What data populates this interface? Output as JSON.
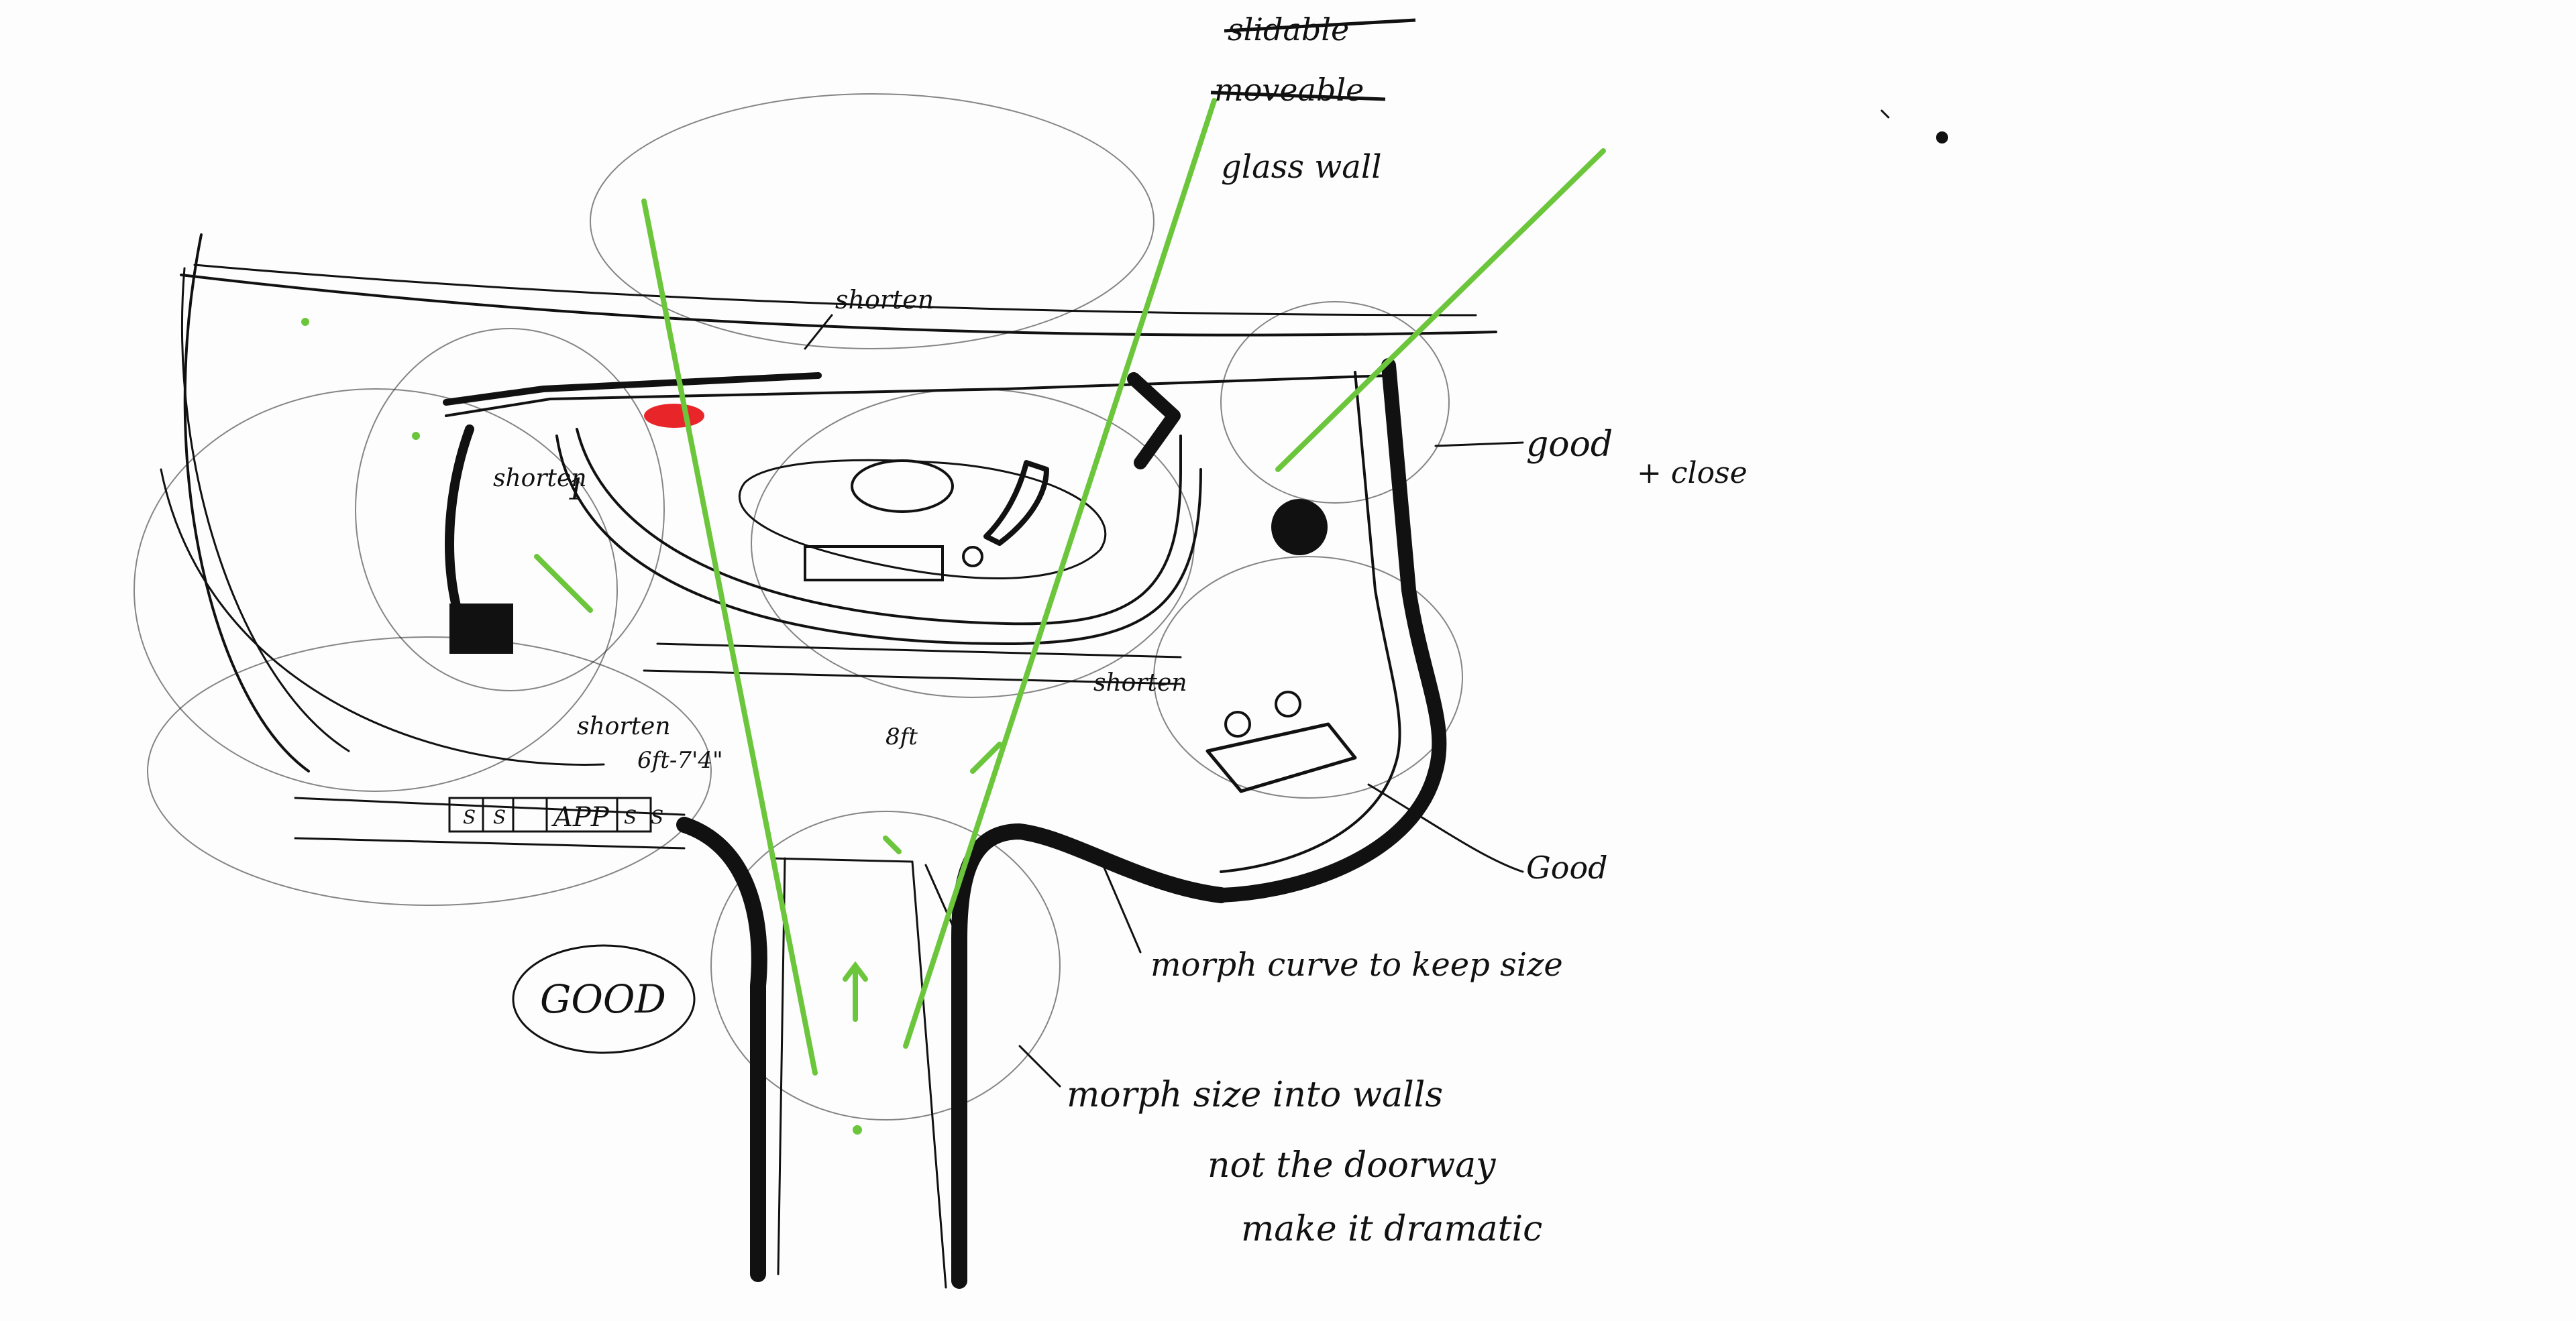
{
  "colors": {
    "paper": "#fdfdfd",
    "ink": "#111111",
    "marker_green": "#6cc63c",
    "marker_red": "#e8262a"
  },
  "annotations": {
    "struck_1": "slidable",
    "struck_2": "moveable",
    "glass_wall": "glass wall",
    "shorten_top": "shorten",
    "shorten_left": "shorten",
    "shorten_mid": "shorten",
    "shorten_lower": "shorten",
    "dim_left": "6ft-7'4\"",
    "dim_mid": "8ft",
    "good_close_1": "good",
    "good_close_2": "+ close",
    "good_right": "Good",
    "good_stamp": "GOOD",
    "app_label": "APP",
    "seat_1": "S",
    "seat_2": "S",
    "seat_3": "S",
    "seat_4": "S",
    "marker_1": "1",
    "morph_curve": "morph curve to keep size",
    "morph_line1": "morph size into walls",
    "morph_line2": "not the doorway",
    "morph_line3": "make it dramatic"
  }
}
